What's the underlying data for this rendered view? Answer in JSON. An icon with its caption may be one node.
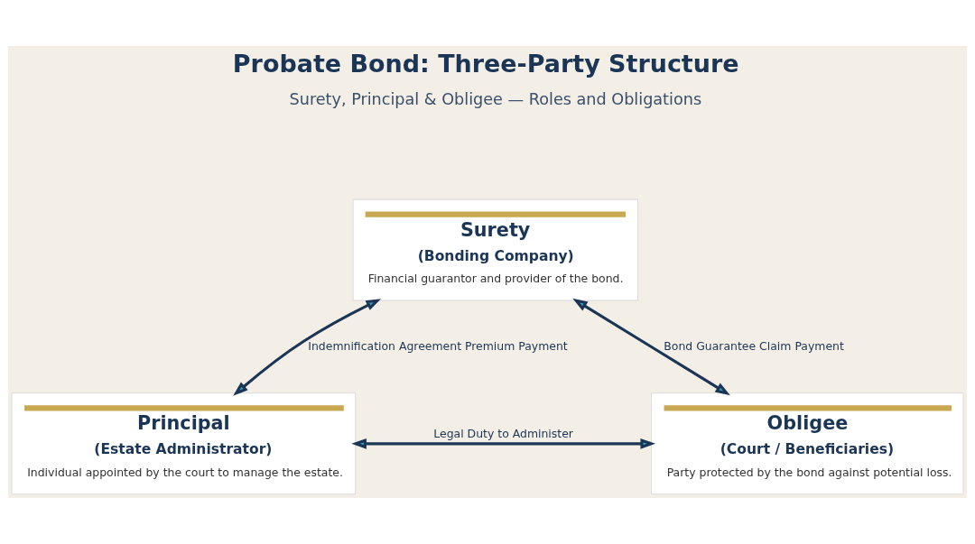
{
  "diagram": {
    "title": "Probate Bond: Three-Party Structure",
    "nodes": [
      {
        "text": [
          "Surety",
          "(Bonding Company)",
          "Financial guarantor and provider of the bond."
        ]
      },
      {
        "text": [
          "Principal",
          "(Estate Administrator)",
          "Individual appointed by the court to manage the estate."
        ]
      },
      {
        "text": [
          "Obligee",
          "(Court / Beneficiaries)",
          "Party protected by the bond against potential loss."
        ]
      }
    ],
    "edges": [
      {
        "from": 1,
        "to": 0,
        "arrow": "both",
        "label": "Indemnification Agreement Premium Payment"
      },
      {
        "from": 0,
        "to": 2,
        "arrow": "both",
        "label": "Bond Guarantee Claim Payment"
      },
      {
        "from": 1,
        "to": 2,
        "arrow": "both",
        "label": "Legal Duty to Administer"
      }
    ],
    "labels": [
      "Surety, Principal & Obligee — Roles and Obligations"
    ]
  }
}
